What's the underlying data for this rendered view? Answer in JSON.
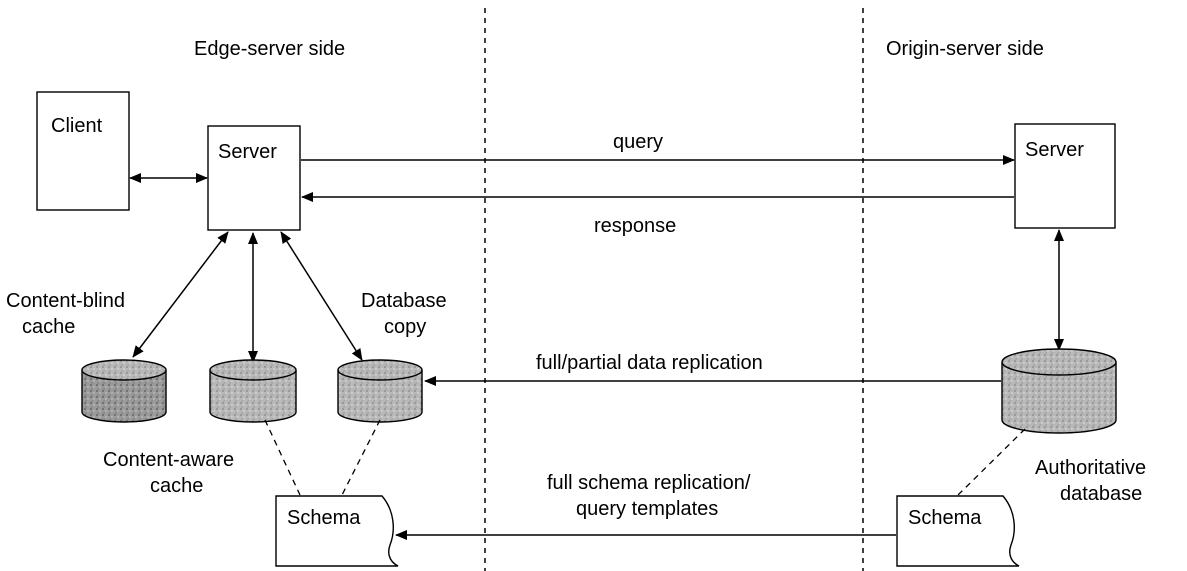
{
  "sides": {
    "edge": "Edge-server side",
    "origin": "Origin-server side"
  },
  "nodes": {
    "client": "Client",
    "edge_server": "Server",
    "origin_server": "Server",
    "content_blind_cache": [
      "Content-blind",
      "cache"
    ],
    "content_aware_cache": [
      "Content-aware",
      "cache"
    ],
    "database_copy": [
      "Database",
      "copy"
    ],
    "authoritative_database": [
      "Authoritative",
      "database"
    ],
    "edge_schema": "Schema",
    "origin_schema": "Schema"
  },
  "flows": {
    "query": "query",
    "response": "response",
    "data_replication": "full/partial data replication",
    "schema_replication": [
      "full schema replication/",
      "query templates"
    ]
  },
  "colors": {
    "stroke": "#000000",
    "cylinder_fill": "#b8b8b8",
    "cylinder_dark": "#8c8c8c"
  }
}
